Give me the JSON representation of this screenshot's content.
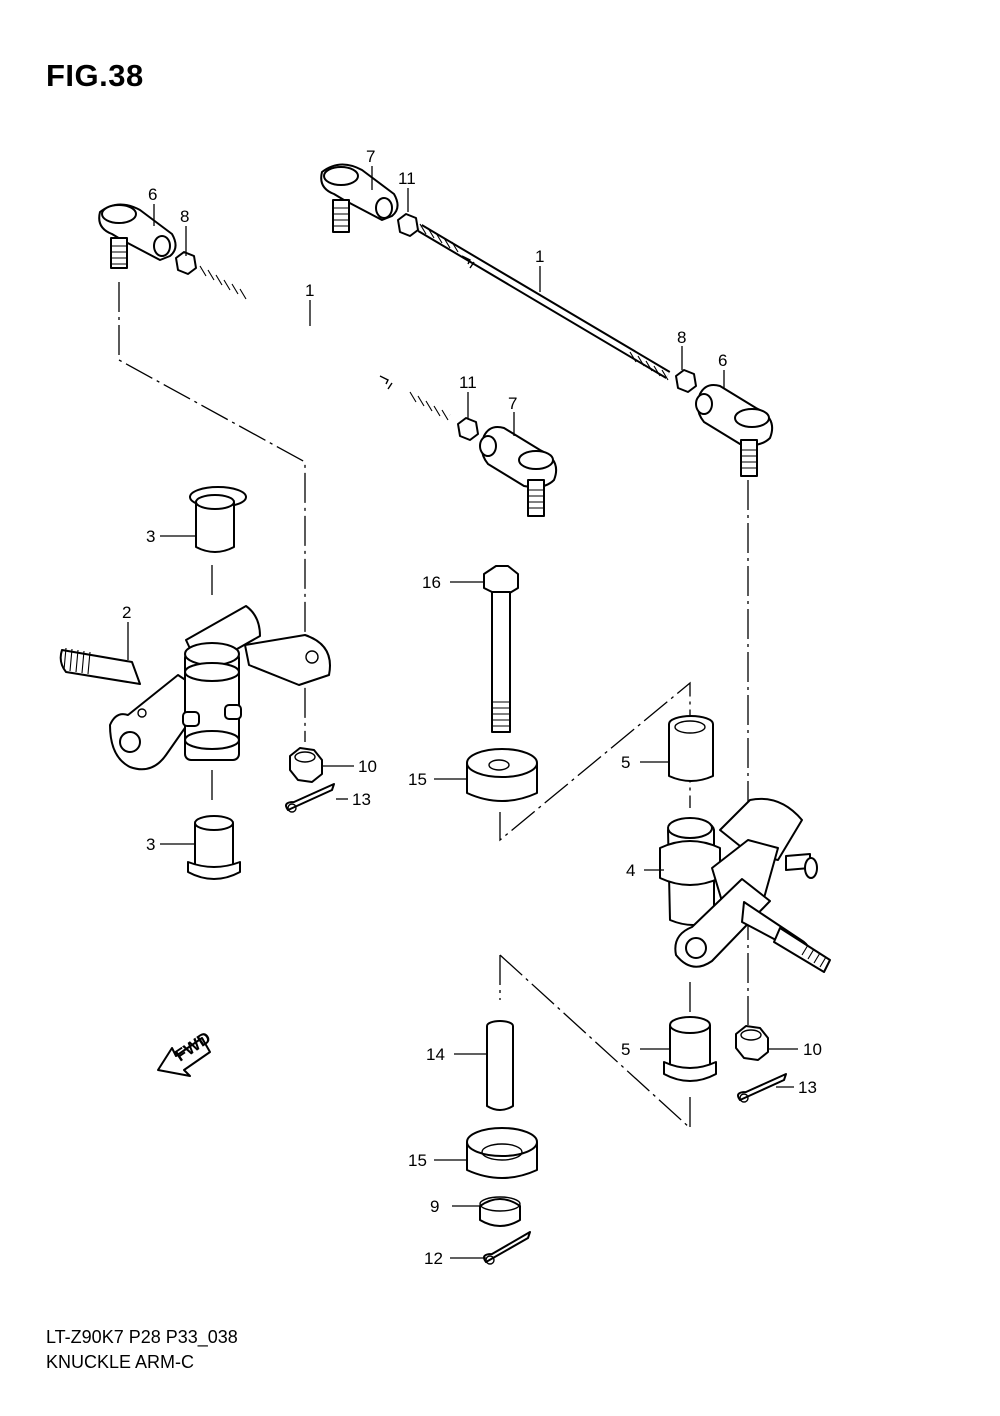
{
  "figure": {
    "title": "FIG.38"
  },
  "footer": {
    "code": "LT-Z90K7 P28 P33_038",
    "name": "KNUCKLE ARM-C"
  },
  "fwd_label": "FWD",
  "callouts": {
    "c1a": "1",
    "c1b": "1",
    "c2": "2",
    "c3a": "3",
    "c3b": "3",
    "c4": "4",
    "c5a": "5",
    "c5b": "5",
    "c6a": "6",
    "c6b": "6",
    "c7a": "7",
    "c7b": "7",
    "c8a": "8",
    "c8b": "8",
    "c9": "9",
    "c10a": "10",
    "c10b": "10",
    "c11a": "11",
    "c11b": "11",
    "c12": "12",
    "c13a": "13",
    "c13b": "13",
    "c14": "14",
    "c15a": "15",
    "c15b": "15",
    "c16": "16"
  }
}
